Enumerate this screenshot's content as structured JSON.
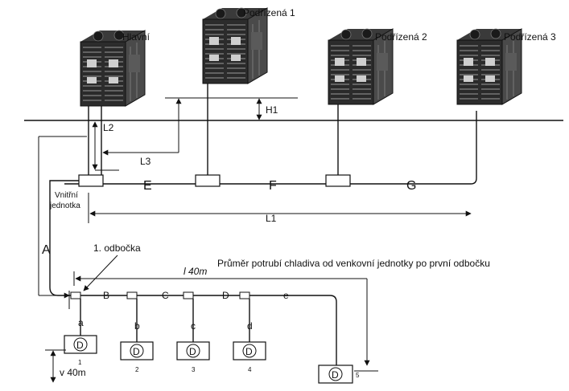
{
  "outdoor_units": {
    "main": "Hlavní",
    "sub1": "Podřízená 1",
    "sub2": "Podřízená 2",
    "sub3": "Podřízená 3"
  },
  "dimensions": {
    "h1": "H1",
    "l1": "L1",
    "l2": "L2",
    "l3": "L3",
    "l40": "l 40m",
    "v40": "v 40m"
  },
  "pipe_segments": {
    "E": "E",
    "F": "F",
    "G": "G",
    "A": "A",
    "B": "B",
    "C": "C",
    "D": "D",
    "e": "e"
  },
  "indoor": {
    "label_line1": "Vnitřní",
    "label_line2": "jednotka",
    "first_branch": "1. odbočka",
    "note": "Průměr potrubí chladiva od venkovní jednotky po první odbočku",
    "unit_symbol": "D",
    "branch_pipes": [
      "a",
      "b",
      "c",
      "d"
    ],
    "unit_numbers": [
      "1",
      "2",
      "3",
      "4",
      "5"
    ]
  }
}
